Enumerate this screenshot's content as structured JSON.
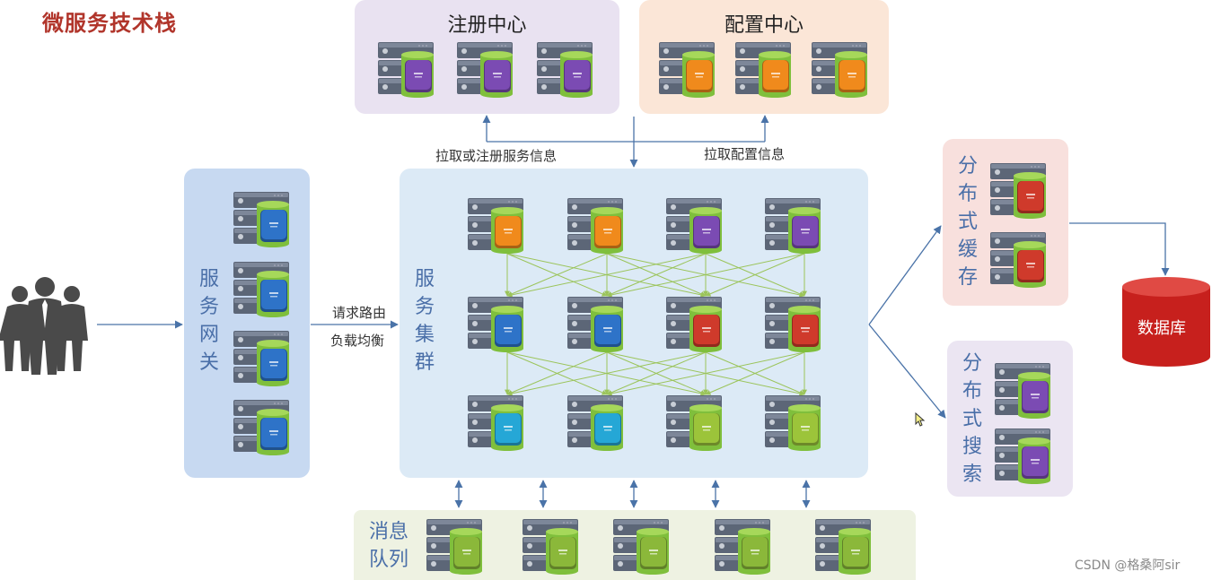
{
  "title": "微服务技术栈",
  "registry": {
    "label": "注册中心",
    "color": "#e9e2f1"
  },
  "config": {
    "label": "配置中心",
    "color": "#fbe6d7"
  },
  "gateway": {
    "label": "服务网关",
    "color": "#c7d9f1"
  },
  "cluster": {
    "label": "服务集群",
    "color": "#dceaf6"
  },
  "cache": {
    "label": "分布式缓存",
    "color": "#f8e0dd"
  },
  "search": {
    "label": "分布式搜索",
    "color": "#ebe5f2"
  },
  "mq": {
    "label": "消息队列",
    "color": "#eef2e2"
  },
  "database": {
    "label": "数据库",
    "color": "#c7201d"
  },
  "edges": {
    "pull_register": "拉取或注册服务信息",
    "pull_config": "拉取配置信息",
    "route_line1": "请求路由",
    "route_line2": "负载均衡"
  },
  "colors": {
    "purple": "#7b4bb3",
    "orange": "#f08a1c",
    "blue": "#2e73c8",
    "red": "#cf3a2b",
    "cyan": "#25a7d6",
    "lime": "#9cc43a",
    "green": "#8bb83a",
    "arrow": "#4a73a8",
    "mesh": "#9bc45a"
  },
  "watermark": "CSDN @格桑阿sir"
}
